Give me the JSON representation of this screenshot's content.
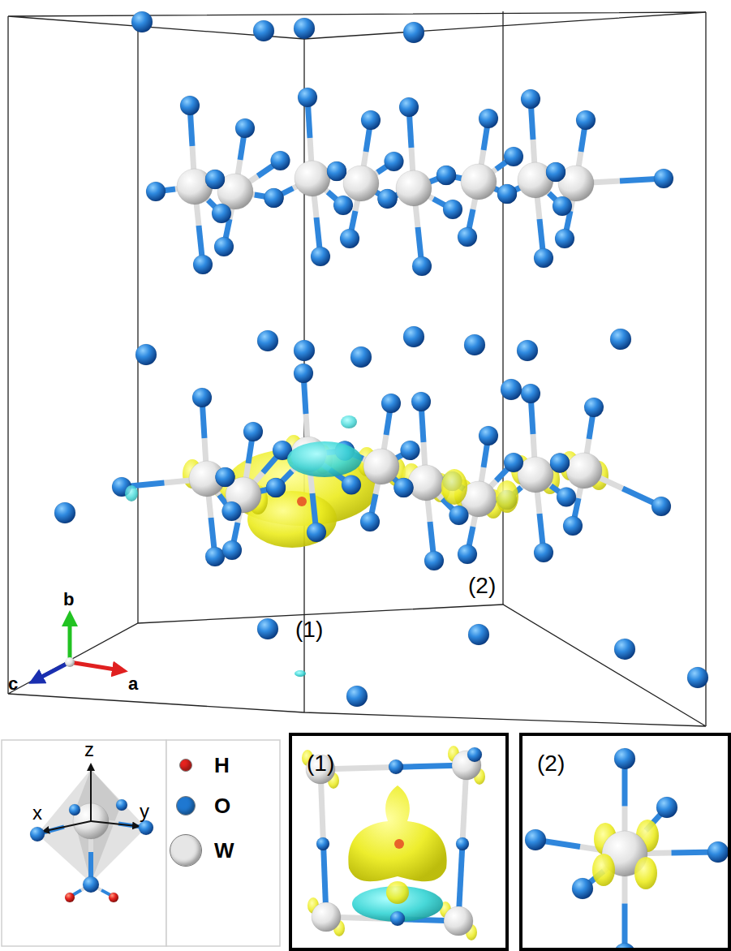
{
  "diagram": {
    "nodes": [
      {
        "text": [
          "(1)"
        ]
      },
      {
        "text": [
          "(2)"
        ]
      }
    ],
    "labels": [
      "b",
      "c",
      "a",
      "(2)",
      "(1)",
      "z",
      "x",
      "y"
    ],
    "legend": [
      {
        "text": "H",
        "color": "#e8231f"
      },
      {
        "text": "O",
        "color": "#1f78d1"
      },
      {
        "text": "W",
        "color": "#e6e6e6"
      }
    ]
  }
}
